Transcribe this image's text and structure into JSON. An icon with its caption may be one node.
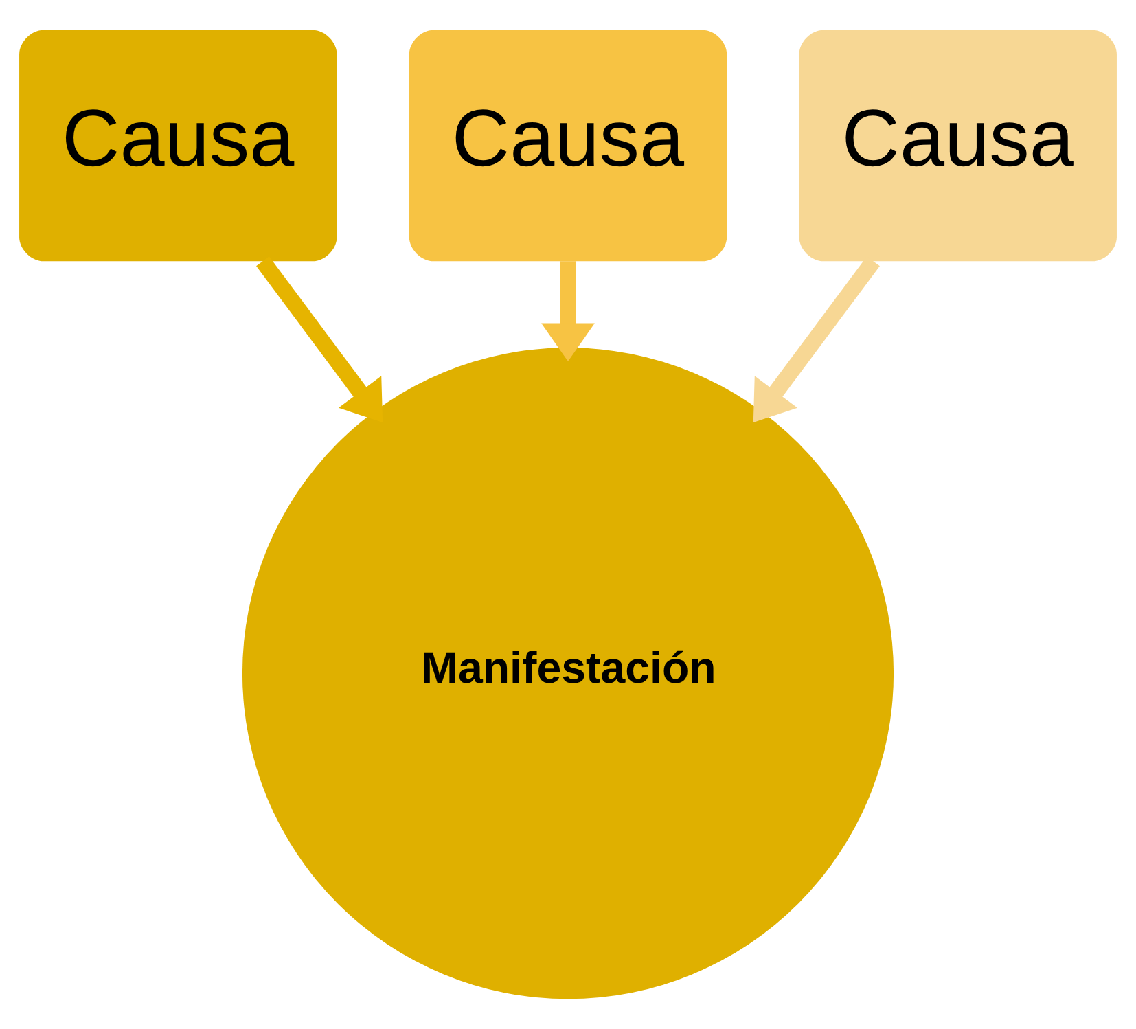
{
  "diagram": {
    "nodes": [
      {
        "text": [
          "Causa"
        ]
      },
      {
        "text": [
          "Causa"
        ]
      },
      {
        "text": [
          "Causa"
        ]
      },
      {
        "text": [
          "Manifestación"
        ]
      }
    ],
    "edges": [
      {
        "from": 0,
        "to": 3,
        "arrow": "to",
        "color": "#e6b400"
      },
      {
        "from": 1,
        "to": 3,
        "arrow": "to",
        "color": "#f7c343"
      },
      {
        "from": 2,
        "to": 3,
        "arrow": "to",
        "color": "#f7d794"
      }
    ]
  }
}
